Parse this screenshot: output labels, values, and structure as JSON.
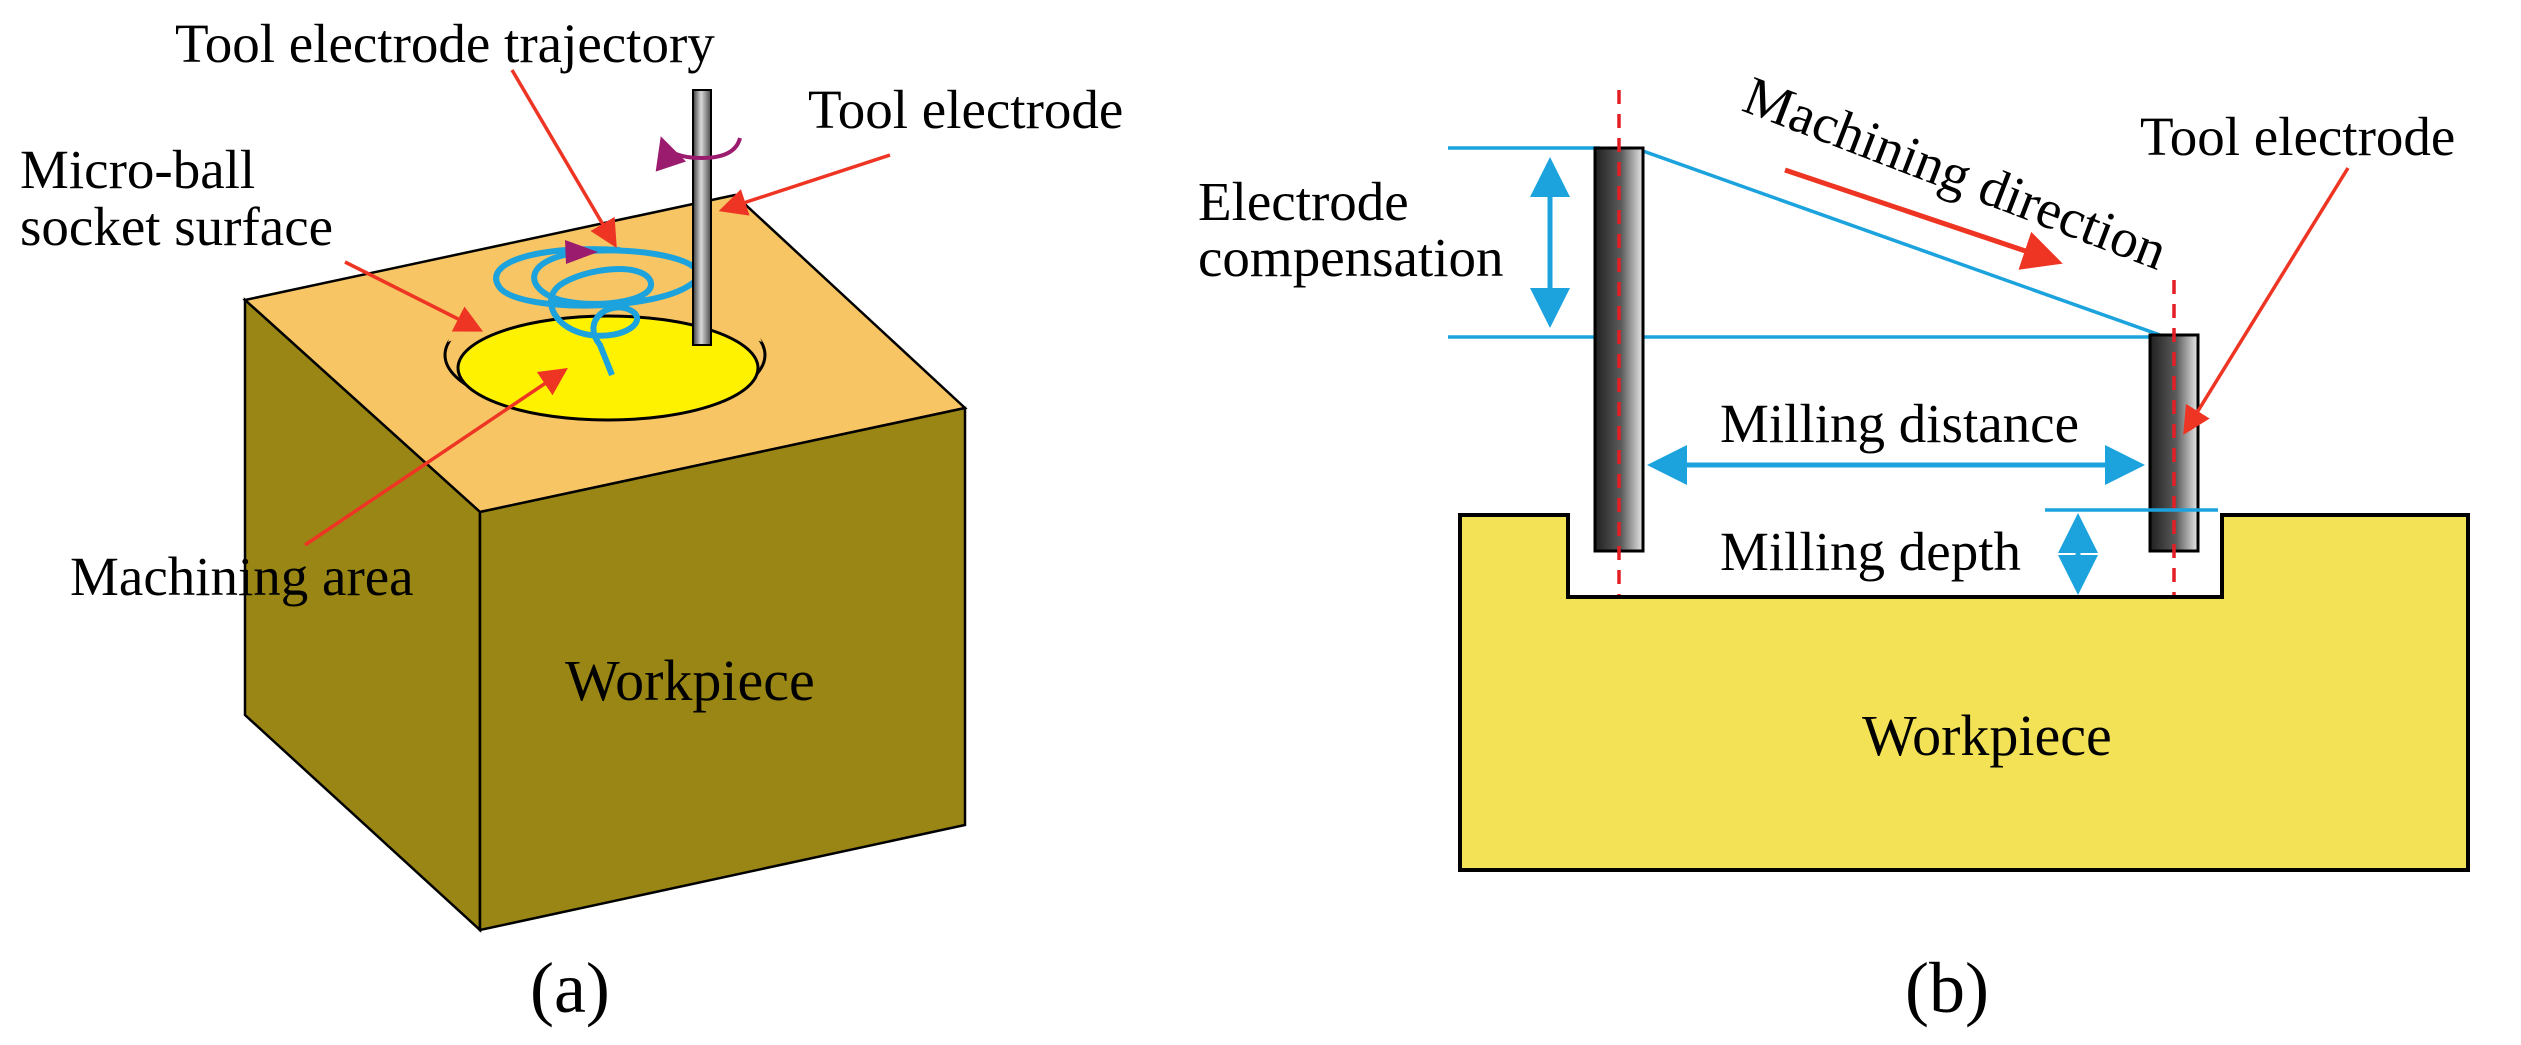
{
  "panel_a": {
    "caption": "(a)",
    "labels": {
      "tool_electrode_trajectory": "Tool electrode trajectory",
      "tool_electrode": "Tool electrode",
      "micro_ball_line1": "Micro-ball",
      "micro_ball_line2": "socket surface",
      "machining_area": "Machining area",
      "workpiece": "Workpiece"
    }
  },
  "panel_b": {
    "caption": "(b)",
    "labels": {
      "machining_direction": "Machining direction",
      "tool_electrode": "Tool electrode",
      "electrode_comp_line1": "Electrode",
      "electrode_comp_line2": "compensation",
      "milling_distance": "Milling distance",
      "milling_depth": "Milling depth",
      "workpiece": "Workpiece"
    }
  },
  "colors": {
    "block_top": "#F7C564",
    "block_front": "#9A8614",
    "block_side": "#9A8614",
    "machining_area": "#FFF200",
    "workpiece_b": "#F4E256",
    "annotation_arrow": "#EE3524",
    "trajectory": "#1CA3DE",
    "rotation_arrow": "#9B1B6E",
    "centerline": "#E31E24",
    "dimension": "#1CA3DE"
  }
}
